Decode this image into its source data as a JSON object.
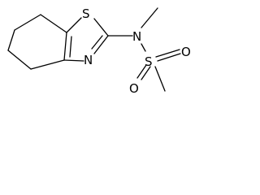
{
  "molecule": {
    "atoms": {
      "thiazole_sulfur": "S",
      "thiazole_nitrogen": "N",
      "amine_nitrogen": "N",
      "sulfonyl_sulfur": "S",
      "oxygen_right": "O",
      "oxygen_lower": "O"
    }
  },
  "colors": {
    "bond": "#000000",
    "atom_label": "#000000",
    "background": "#ffffff"
  }
}
